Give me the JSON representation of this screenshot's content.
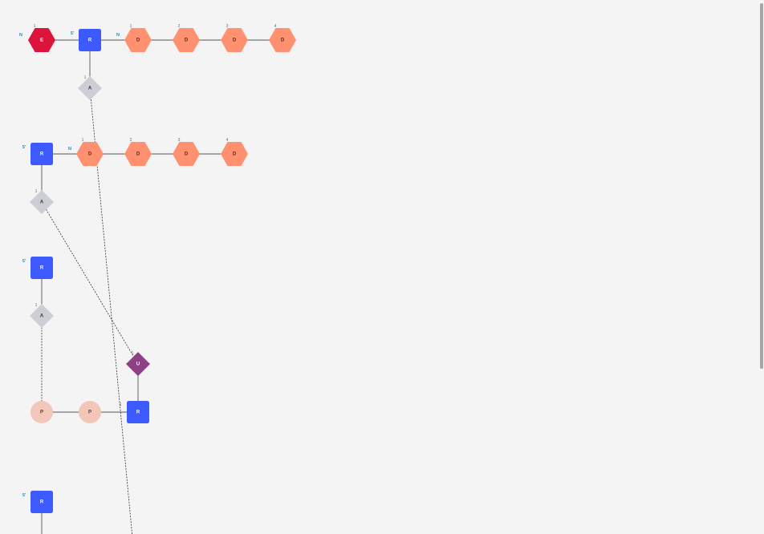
{
  "diagram": {
    "colors": {
      "background": "#f5f4f5",
      "edge": "#555555",
      "dashed_edge": "#333333",
      "terminal_text": "#1a8fb0",
      "index_text": "#6b6b6b"
    },
    "nodes": [
      {
        "id": "n-e",
        "label": "E",
        "shape": "hexagon",
        "fill": "#dc143c",
        "text": "#ffffff"
      },
      {
        "id": "n-r1",
        "label": "R",
        "shape": "square",
        "fill": "#3d5afe",
        "text": "#ffffff"
      },
      {
        "id": "n-d1",
        "label": "D",
        "shape": "hexagon",
        "fill": "#ff9070",
        "text": "#5a2a1a"
      },
      {
        "id": "n-d2",
        "label": "D",
        "shape": "hexagon",
        "fill": "#ff9070",
        "text": "#5a2a1a"
      },
      {
        "id": "n-d3",
        "label": "D",
        "shape": "hexagon",
        "fill": "#ff9070",
        "text": "#5a2a1a"
      },
      {
        "id": "n-d4",
        "label": "D",
        "shape": "hexagon",
        "fill": "#ff9070",
        "text": "#5a2a1a"
      },
      {
        "id": "n-a1",
        "label": "A",
        "shape": "diamond",
        "fill": "#cdcdd6",
        "text": "#333333"
      },
      {
        "id": "n-r2",
        "label": "R",
        "shape": "square",
        "fill": "#3d5afe",
        "text": "#ffffff"
      },
      {
        "id": "n-d5",
        "label": "D",
        "shape": "hexagon",
        "fill": "#ff9070",
        "text": "#5a2a1a"
      },
      {
        "id": "n-d6",
        "label": "D",
        "shape": "hexagon",
        "fill": "#ff9070",
        "text": "#5a2a1a"
      },
      {
        "id": "n-d7",
        "label": "D",
        "shape": "hexagon",
        "fill": "#ff9070",
        "text": "#5a2a1a"
      },
      {
        "id": "n-d8",
        "label": "D",
        "shape": "hexagon",
        "fill": "#ff9070",
        "text": "#5a2a1a"
      },
      {
        "id": "n-a2",
        "label": "A",
        "shape": "diamond",
        "fill": "#cdcdd6",
        "text": "#333333"
      },
      {
        "id": "n-r3",
        "label": "R",
        "shape": "square",
        "fill": "#3d5afe",
        "text": "#ffffff"
      },
      {
        "id": "n-a3",
        "label": "A",
        "shape": "diamond",
        "fill": "#cdcdd6",
        "text": "#333333"
      },
      {
        "id": "n-u",
        "label": "U",
        "shape": "diamond",
        "fill": "#8e3f86",
        "text": "#ffffff"
      },
      {
        "id": "n-p1",
        "label": "P",
        "shape": "circle",
        "fill": "#f2c6b8",
        "text": "#5a3a30"
      },
      {
        "id": "n-p2",
        "label": "P",
        "shape": "circle",
        "fill": "#f2c6b8",
        "text": "#5a3a30"
      },
      {
        "id": "n-r4",
        "label": "R",
        "shape": "square",
        "fill": "#3d5afe",
        "text": "#ffffff"
      },
      {
        "id": "n-r5",
        "label": "R",
        "shape": "square",
        "fill": "#3d5afe",
        "text": "#ffffff"
      }
    ],
    "edges": [
      {
        "from": "n-e",
        "to": "n-r1",
        "style": "solid"
      },
      {
        "from": "n-r1",
        "to": "n-d1",
        "style": "solid"
      },
      {
        "from": "n-d1",
        "to": "n-d2",
        "style": "solid"
      },
      {
        "from": "n-d2",
        "to": "n-d3",
        "style": "solid"
      },
      {
        "from": "n-d3",
        "to": "n-d4",
        "style": "solid"
      },
      {
        "from": "n-r1",
        "to": "n-a1",
        "style": "solid"
      },
      {
        "from": "n-r2",
        "to": "n-d5",
        "style": "solid"
      },
      {
        "from": "n-d5",
        "to": "n-d6",
        "style": "solid"
      },
      {
        "from": "n-d6",
        "to": "n-d7",
        "style": "solid"
      },
      {
        "from": "n-d7",
        "to": "n-d8",
        "style": "solid"
      },
      {
        "from": "n-r2",
        "to": "n-a2",
        "style": "solid"
      },
      {
        "from": "n-r3",
        "to": "n-a3",
        "style": "solid"
      },
      {
        "from": "n-u",
        "to": "n-r4",
        "style": "solid"
      },
      {
        "from": "n-p1",
        "to": "n-p2",
        "style": "solid"
      },
      {
        "from": "n-p2",
        "to": "n-r4",
        "style": "solid"
      },
      {
        "from": "n-r5",
        "to": "n-r5-below",
        "style": "solid"
      },
      {
        "from": "n-a1",
        "to": "offscreen-bottom",
        "style": "dashed"
      },
      {
        "from": "n-a2",
        "to": "n-u",
        "style": "dashed"
      },
      {
        "from": "n-a3",
        "to": "n-p1",
        "style": "dashed"
      }
    ],
    "annotations": [
      {
        "id": "t-n-e",
        "text": "N",
        "kind": "terminal"
      },
      {
        "id": "t-5-r1",
        "text": "5'",
        "kind": "terminal"
      },
      {
        "id": "t-n-d1",
        "text": "N",
        "kind": "terminal"
      },
      {
        "id": "t-5-r2",
        "text": "5'",
        "kind": "terminal"
      },
      {
        "id": "t-n-d5",
        "text": "N",
        "kind": "terminal"
      },
      {
        "id": "t-5-r3",
        "text": "5'",
        "kind": "terminal"
      },
      {
        "id": "t-5-r5",
        "text": "5'",
        "kind": "terminal"
      },
      {
        "id": "i-e",
        "text": "1",
        "kind": "index"
      },
      {
        "id": "i-d1",
        "text": "1",
        "kind": "index"
      },
      {
        "id": "i-d2",
        "text": "2",
        "kind": "index"
      },
      {
        "id": "i-d3",
        "text": "3",
        "kind": "index"
      },
      {
        "id": "i-d4",
        "text": "4",
        "kind": "index"
      },
      {
        "id": "i-a1",
        "text": "1",
        "kind": "index"
      },
      {
        "id": "i-d5",
        "text": "1",
        "kind": "index"
      },
      {
        "id": "i-d6",
        "text": "2",
        "kind": "index"
      },
      {
        "id": "i-d7",
        "text": "3",
        "kind": "index"
      },
      {
        "id": "i-d8",
        "text": "4",
        "kind": "index"
      },
      {
        "id": "i-a2",
        "text": "1",
        "kind": "index"
      },
      {
        "id": "i-a3",
        "text": "1",
        "kind": "index"
      },
      {
        "id": "i-u",
        "text": "1",
        "kind": "index"
      },
      {
        "id": "i-r4",
        "text": "1",
        "kind": "index"
      }
    ]
  }
}
